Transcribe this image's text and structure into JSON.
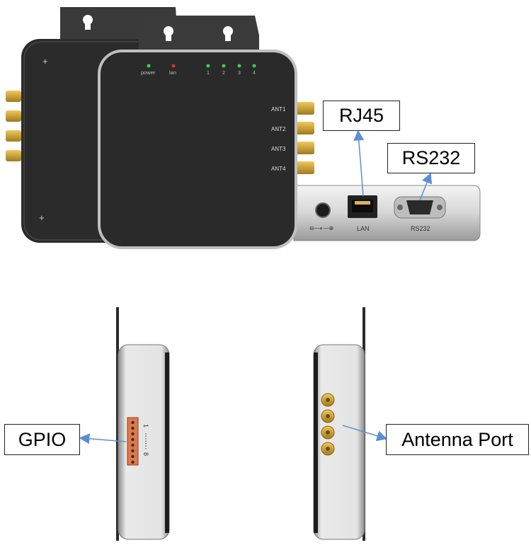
{
  "device": {
    "leds": [
      "power",
      "lan",
      "1",
      "2",
      "3",
      "4"
    ],
    "ant_labels": [
      "ANT1",
      "ANT2",
      "ANT3",
      "ANT4"
    ],
    "back_panel": {
      "lan_label": "LAN",
      "rs232_label": "RS232",
      "power_symbol": "⊖—◐—⊕"
    },
    "gpio_range": {
      "start": "1",
      "end": "8"
    }
  },
  "callouts": {
    "rj45": "RJ45",
    "rs232": "RS232",
    "gpio": "GPIO",
    "antenna_port": "Antenna Port"
  },
  "colors": {
    "arrow": "#5b8fd0",
    "device_body": "#2a2a2a",
    "gpio_terminal": "#e0784a",
    "sma": "#d8a93c"
  }
}
